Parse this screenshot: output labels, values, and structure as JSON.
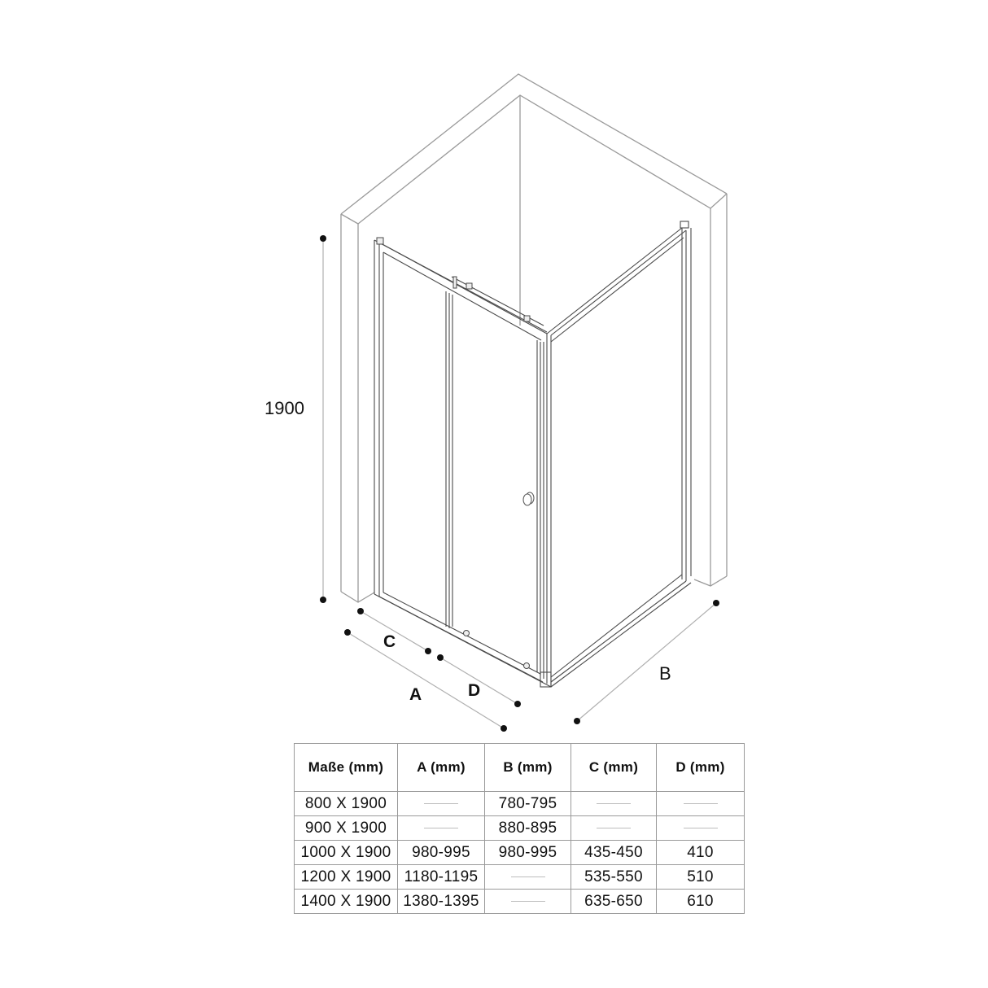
{
  "diagram": {
    "title": "Shower enclosure isometric dimension drawing",
    "height_label": "1900",
    "dimension_labels": {
      "A": "A",
      "B": "B",
      "C": "C",
      "D": "D"
    },
    "parts": [
      "wall-corner",
      "fixed-panel",
      "sliding-door",
      "door-knob",
      "side-panel",
      "top-rail",
      "bottom-profile",
      "roller-wheels"
    ]
  },
  "table": {
    "headers": [
      "Maße (mm)",
      "A (mm)",
      "B (mm)",
      "C (mm)",
      "D (mm)"
    ],
    "rows": [
      {
        "size": "800 X 1900",
        "a": "—",
        "b": "780-795",
        "c": "—",
        "d": "—"
      },
      {
        "size": "900 X 1900",
        "a": "—",
        "b": "880-895",
        "c": "—",
        "d": "—"
      },
      {
        "size": "1000 X 1900",
        "a": "980-995",
        "b": "980-995",
        "c": "435-450",
        "d": "410"
      },
      {
        "size": "1200 X 1900",
        "a": "1180-1195",
        "b": "—",
        "c": "535-550",
        "d": "510"
      },
      {
        "size": "1400 X 1900",
        "a": "1380-1395",
        "b": "—",
        "c": "635-650",
        "d": "610"
      }
    ],
    "empty_marker": "—"
  },
  "colors": {
    "line": "#4a4a4a",
    "wall": "#9a9a9a",
    "dim": "#b0b0b0",
    "dot": "#111111",
    "grid": "#9a9a9a"
  }
}
